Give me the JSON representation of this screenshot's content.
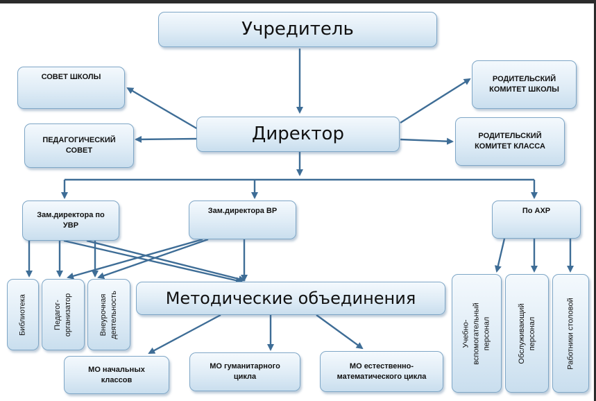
{
  "founder": "Учредитель",
  "director": "Директор",
  "school_council": "СОВЕТ ШКОЛЫ",
  "ped_council_line1": "ПЕДАГОГИЧЕСКИЙ",
  "ped_council_line2": "СОВЕТ",
  "parent_school_line1": "РОДИТЕЛЬСКИЙ",
  "parent_school_line2": "КОМИТЕТ ШКОЛЫ",
  "parent_class_line1": "РОДИТЕЛЬСКИЙ",
  "parent_class_line2": "КОМИТЕТ КЛАССА",
  "deputy_uvr_line1": "Зам.директора по",
  "deputy_uvr_line2": "УВР",
  "deputy_vr": "Зам.директора ВР",
  "ahr": "По АХР",
  "library": "Библиотека",
  "organizer_line1": "Педагог-",
  "organizer_line2": "организатор",
  "extracurricular_line1": "Внеурочная",
  "extracurricular_line2": "деятельность",
  "methodical": "Методические объединения",
  "mo_primary_line1": "МО начальных",
  "mo_primary_line2": "классов",
  "mo_humanities_line1": "МО гуманитарного",
  "mo_humanities_line2": "цикла",
  "mo_science_line1": "МО естественно-",
  "mo_science_line2": "математического цикла",
  "support_staff_line1": "Учебно-",
  "support_staff_line2": "вспомогательный",
  "support_staff_line3": "персонал",
  "service_staff_line1": "Обслуживающий",
  "service_staff_line2": "персонал",
  "canteen_staff": "Работники столовой"
}
